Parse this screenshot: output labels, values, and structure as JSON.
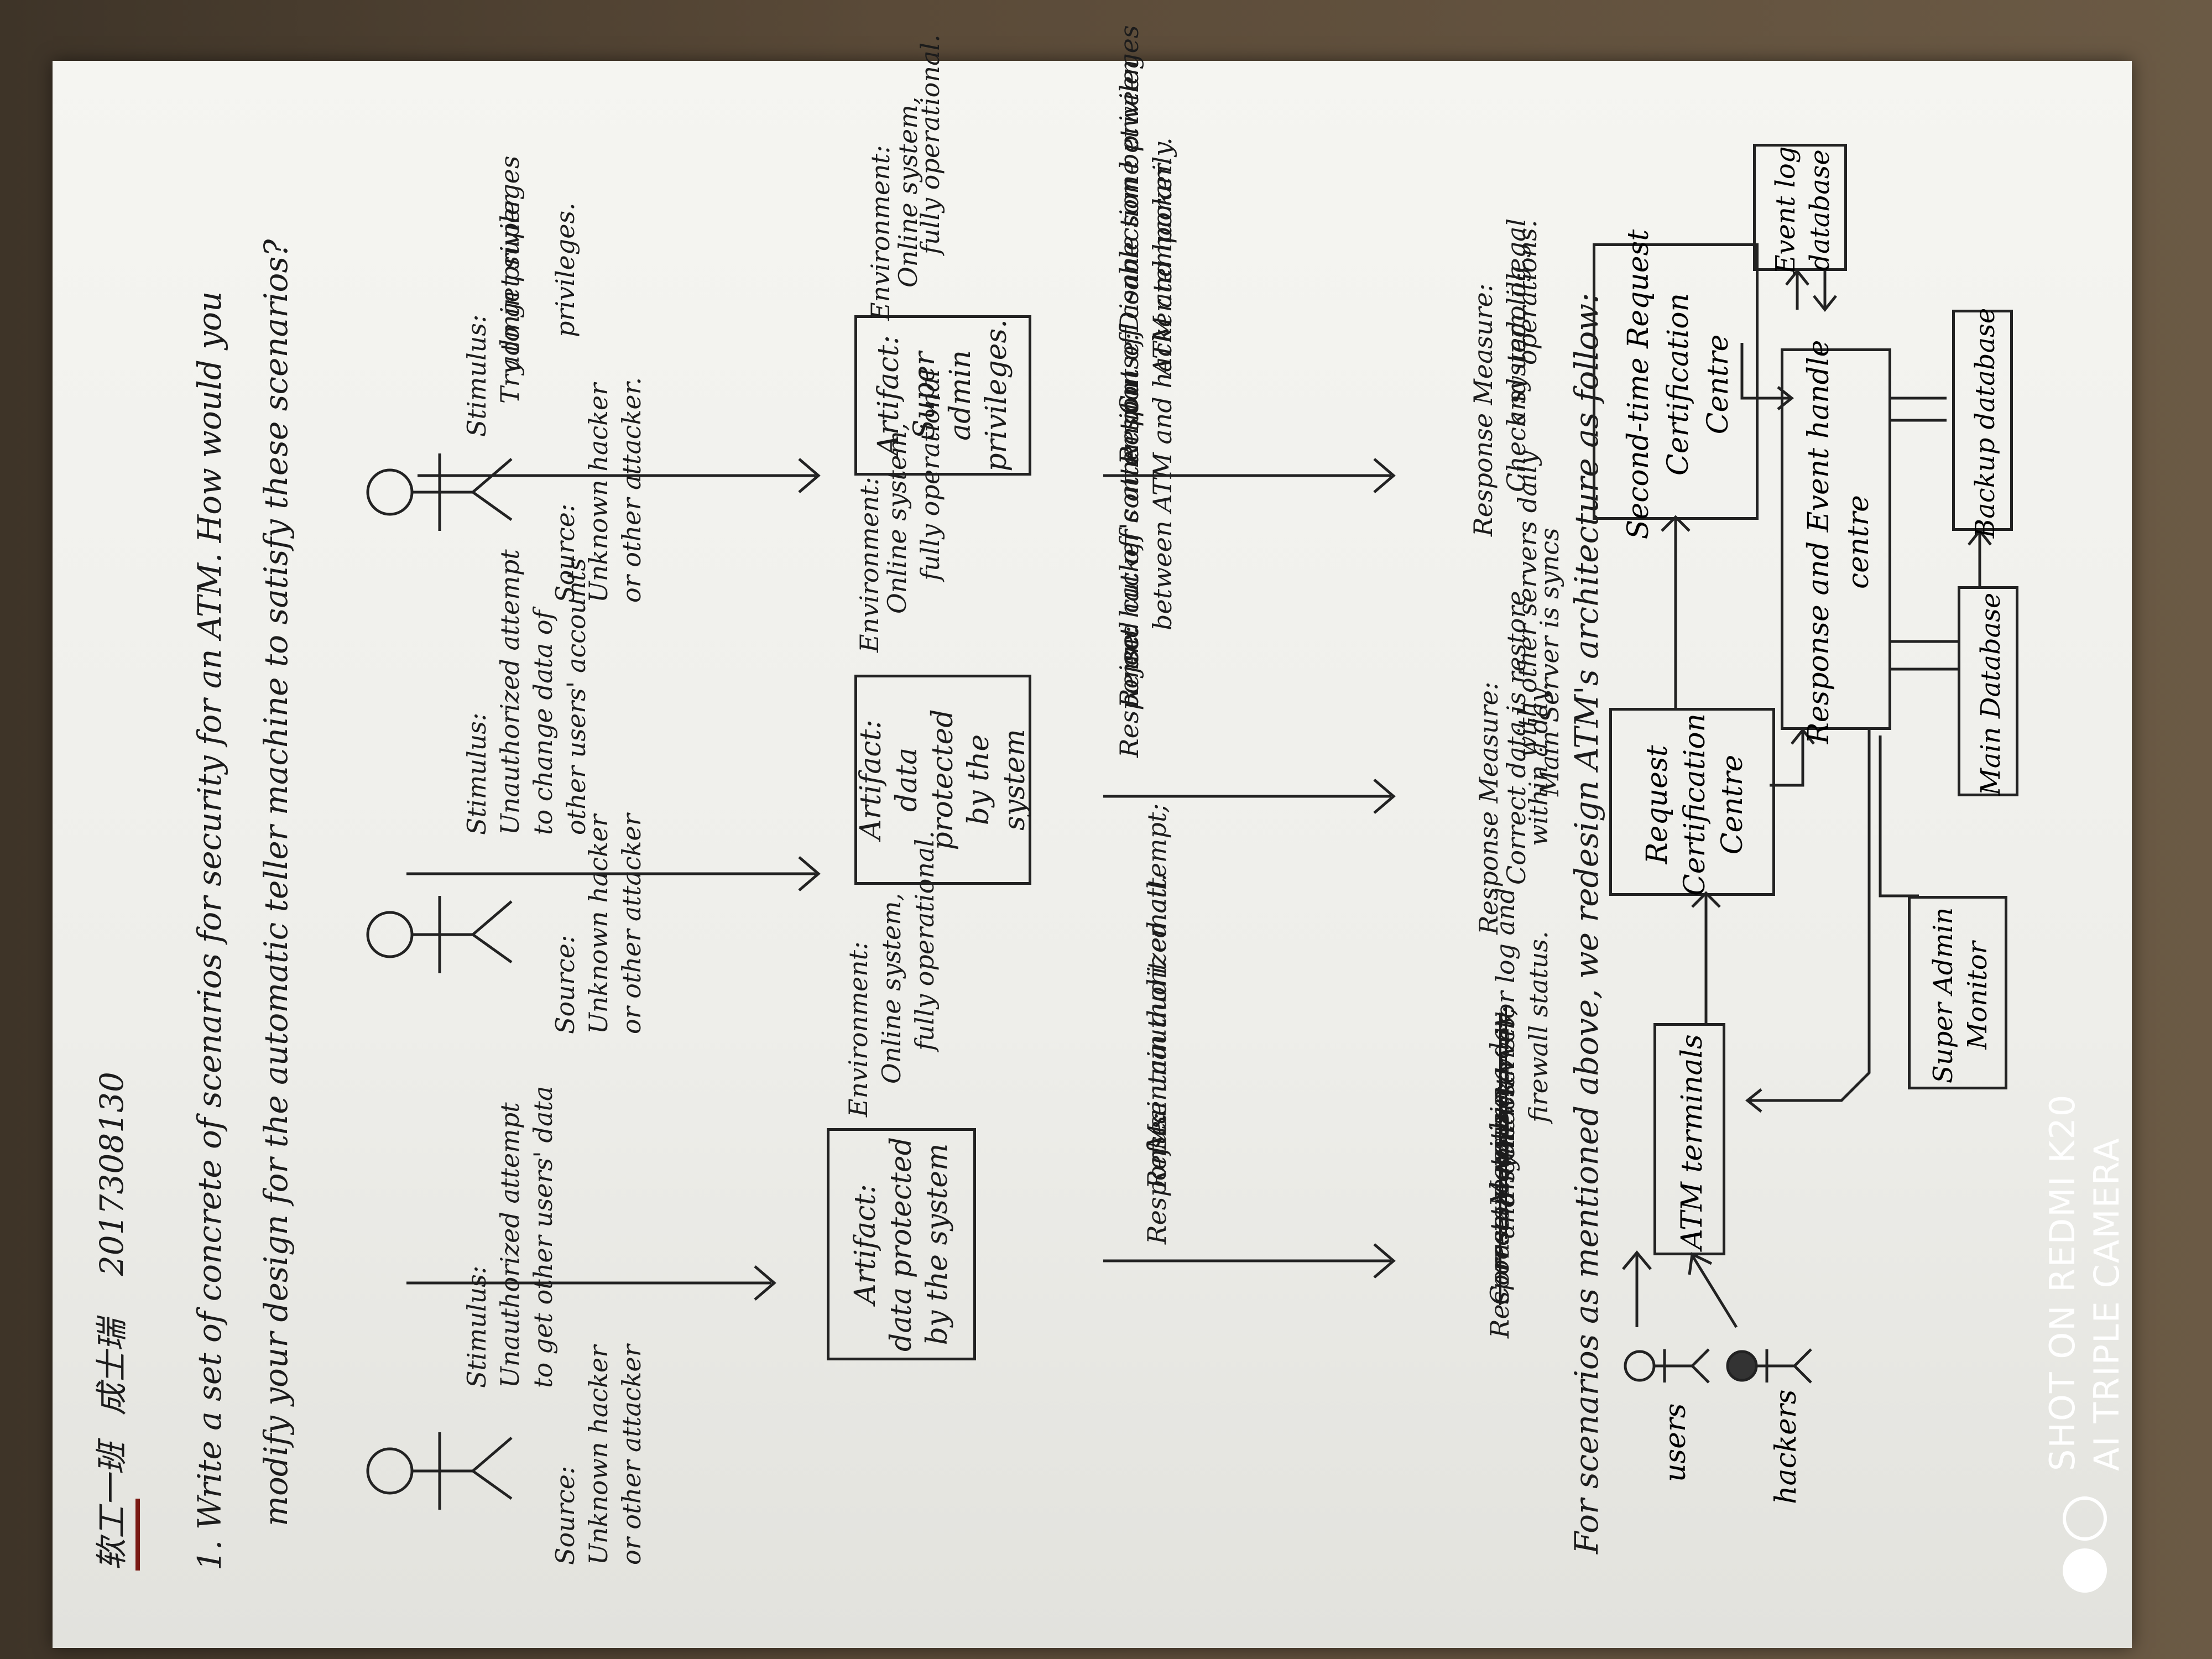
{
  "header": {
    "class_name": "软工一班",
    "student_name": "成士瑞",
    "student_id": "2017308130"
  },
  "question": {
    "line1": "1. Write a set of concrete of scenarios for security for an ATM. How would you",
    "line2": "modify your design for the automatic teller machine to satisfy these scenarios?"
  },
  "scenarios": [
    {
      "source_label": "Source:",
      "source_text": [
        "Unknown hacker",
        "or other attacker"
      ],
      "stimulus_label": "Stimulus:",
      "stimulus_text": [
        "Unauthorized attempt",
        "to get other users' data"
      ],
      "artifact_label": "Artifact:",
      "artifact_text": [
        "data protected",
        "by the system"
      ],
      "environment_label": "Environment:",
      "environment_text": [
        "Online system,",
        "fully operational."
      ],
      "response_label": "Response:",
      "response_text": [
        "Refuse unauthorized attempt;",
        "Maintain audit email."
      ],
      "measure_label": "Response Measure:",
      "measure_struck": [
        "Correct data is",
        "restore within a day",
        "and sync with",
        "another server;"
      ],
      "measure_text": [
        "Check visitor log and",
        "firewall status."
      ]
    },
    {
      "source_label": "Source:",
      "source_text": [
        "Unknown hacker",
        "or other attacker"
      ],
      "stimulus_label": "Stimulus:",
      "stimulus_text": [
        "Unauthorized attempt",
        "to change data of",
        "other users' accounts"
      ],
      "artifact_label": "Artifact:",
      "artifact_text": [
        "data protected",
        "by the system"
      ],
      "environment_label": "Environment:",
      "environment_text": [
        "Online system,",
        "fully operational"
      ],
      "response_label": "Response:",
      "response_text": [
        "Reject hacker's attempt",
        "and cut off connection",
        "between ATM and hacker."
      ],
      "measure_label": "Response Measure:",
      "measure_text": [
        "Correct data is restore",
        "within a day.",
        "Main Server is syncs",
        "with other servers daily"
      ]
    },
    {
      "source_label": "Source:",
      "source_text": [
        "Unknown hacker",
        "or other attacker."
      ],
      "stimulus_label": "Stimulus:",
      "stimulus_text": [
        "Try to get super",
        "admin privileges",
        "privileges."
      ],
      "artifact_label": "Artifact:",
      "artifact_text": [
        "Super admin",
        "privileges."
      ],
      "environment_label": "Environment:",
      "environment_text": [
        "Online system,",
        "fully operational."
      ],
      "response_label": "Response:",
      "response_text": [
        "Cut off connection between",
        "ATM and hacker.",
        "Disable some privileges",
        "temporarily."
      ],
      "measure_label": "Response Measure:",
      "measure_text": [
        "Check system log",
        "and undo illegal",
        "operations."
      ]
    }
  ],
  "architecture": {
    "intro": "For scenarios as mentioned above, we redesign ATM's architecture as follow:",
    "actors": [
      "users",
      "hackers"
    ],
    "atm_terminals": "ATM terminals",
    "request_cert": [
      "Request",
      "Certification",
      "Centre"
    ],
    "second_cert": [
      "Second-time Request",
      "Certification",
      "Centre"
    ],
    "response_event": [
      "Response and Event handle",
      "centre"
    ],
    "event_log_db": [
      "Event log",
      "database"
    ],
    "backup_db": "Backup database",
    "main_db": "Main Database",
    "super_admin": [
      "Super Admin",
      "Monitor"
    ]
  },
  "watermark": {
    "line1": "SHOT ON REDMI K20",
    "line2": "AI TRIPLE CAMERA"
  },
  "colors": {
    "paper": "#f2f2ee",
    "ink": "#1c1c1c",
    "table": "#4a3e30"
  }
}
